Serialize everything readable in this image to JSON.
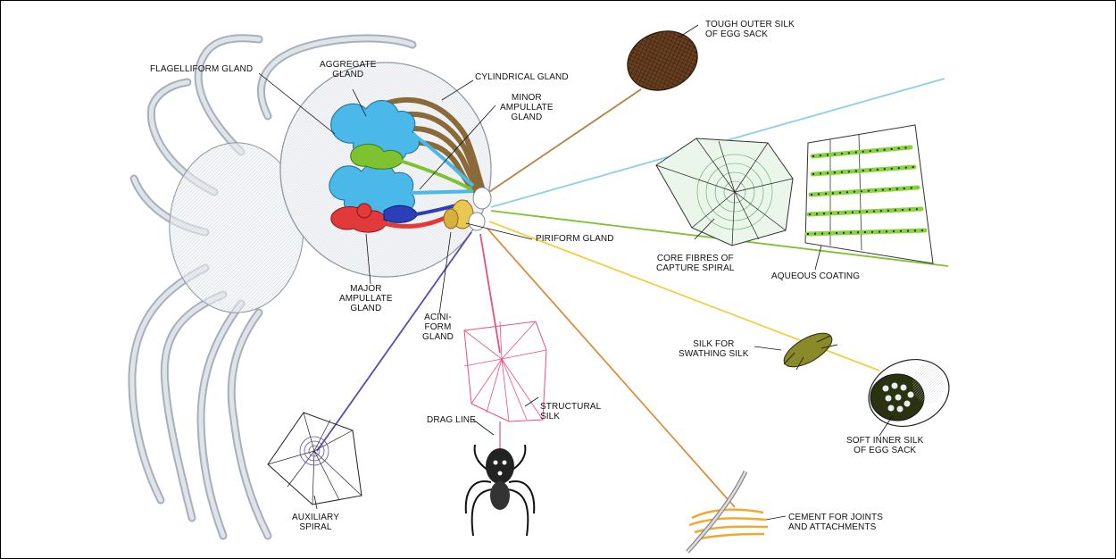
{
  "diagram": {
    "labels": {
      "flagelliform": [
        "FLAGELLIFORM GLAND"
      ],
      "aggregate": [
        "AGGREGATE",
        "GLAND"
      ],
      "cylindrical": [
        "CYLINDRICAL GLAND"
      ],
      "minor_ampullate": [
        "MINOR",
        "AMPULLATE",
        "GLAND"
      ],
      "tough_outer": [
        "TOUGH OUTER SILK",
        "OF EGG SACK"
      ],
      "piriform": [
        "PIRIFORM GLAND"
      ],
      "core_fibres": [
        "CORE FIBRES OF",
        "CAPTURE SPIRAL"
      ],
      "aqueous": [
        "AQUEOUS COATING"
      ],
      "major_ampullate": [
        "MAJOR",
        "AMPULLATE",
        "GLAND"
      ],
      "aciniform": [
        "ACINI-",
        "FORM",
        "GLAND"
      ],
      "swathing": [
        "SILK FOR",
        "SWATHING SILK"
      ],
      "structural": [
        "STRUCTURAL",
        "SILK"
      ],
      "drag_line": [
        "DRAG LINE"
      ],
      "soft_inner": [
        "SOFT INNER SILK",
        "OF EGG SACK"
      ],
      "auxiliary": [
        "AUXILIARY",
        "SPIRAL"
      ],
      "cement": [
        "CEMENT FOR JOINTS",
        "AND ATTACHMENTS"
      ]
    },
    "colors": {
      "flagelliform_gland": "#4ab8e8",
      "cylindrical_gland": "#8b6a3a",
      "minor_gland": "#7fc230",
      "major_gland": "#e23a3a",
      "aciniform_gland": "#2a3fb8",
      "piriform_gland": "#d8b040",
      "line_blue": "#8ccfe6",
      "line_green": "#7fc230",
      "line_yellow": "#f0d040",
      "line_orange": "#d89040",
      "line_red": "#e8507a",
      "line_purple": "#5a4ab8",
      "line_brown": "#b88040"
    }
  }
}
